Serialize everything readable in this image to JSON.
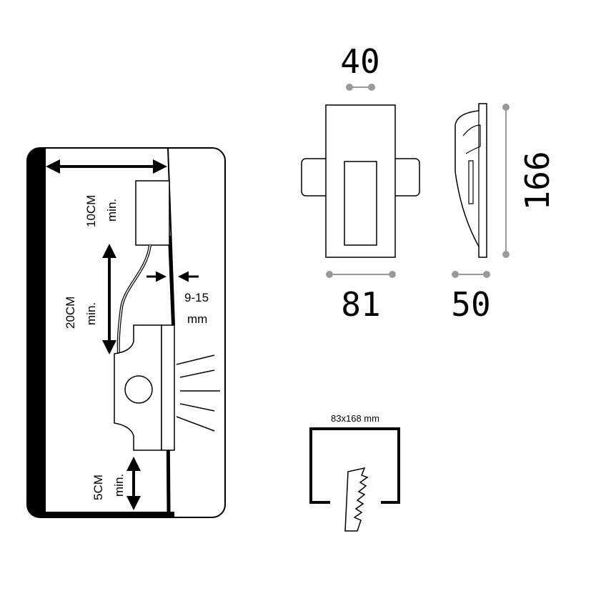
{
  "installation": {
    "top_clearance": "10CM",
    "top_clearance_min": "min.",
    "mid_clearance": "20CM",
    "mid_clearance_min": "min.",
    "bottom_clearance": "5CM",
    "bottom_clearance_min": "min.",
    "wall_thickness": "9-15",
    "wall_thickness_unit": "mm"
  },
  "dimensions": {
    "slot_width": "40",
    "width": "81",
    "depth": "50",
    "height": "166"
  },
  "cutout": {
    "size": "83x168 mm"
  },
  "colors": {
    "dimension_gray": "#9a9a9a"
  }
}
